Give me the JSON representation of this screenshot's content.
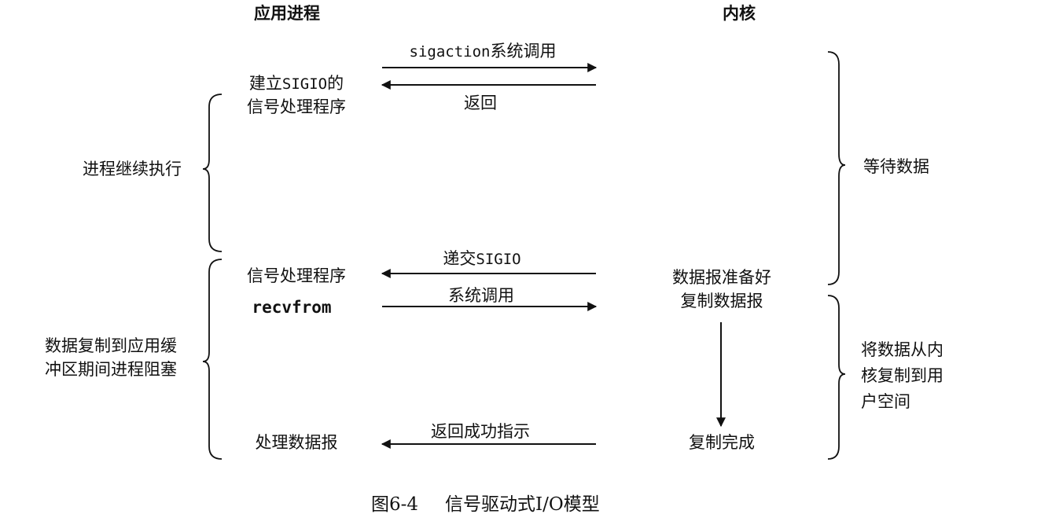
{
  "headers": {
    "app_process": "应用进程",
    "kernel": "内核"
  },
  "arrows": {
    "sigaction_prefix": "sigaction",
    "sigaction_suffix": "系统调用",
    "return": "返回",
    "deliver_prefix": "递交",
    "deliver_suffix": "SIGIO",
    "syscall": "系统调用",
    "return_success": "返回成功指示"
  },
  "app_side": {
    "establish_line1_prefix": "建立",
    "establish_line1_mono": "SIGIO",
    "establish_line1_suffix": "的",
    "establish_line2": "信号处理程序",
    "signal_handler": "信号处理程序",
    "recvfrom": "recvfrom",
    "process_datagram": "处理数据报"
  },
  "left_braces": {
    "process_continues": "进程继续执行",
    "blocked_line1": "数据复制到应用缓",
    "blocked_line2": "冲区期间进程阻塞"
  },
  "kernel_side": {
    "datagram_ready": "数据报准备好",
    "copy_datagram": "复制数据报",
    "copy_complete": "复制完成"
  },
  "right_braces": {
    "wait_for_data": "等待数据",
    "copy_line1": "将数据从内",
    "copy_line2": "核复制到用",
    "copy_line3": "户空间"
  },
  "caption": {
    "figure_no": "图6-4",
    "title": "信号驱动式I/O模型"
  }
}
